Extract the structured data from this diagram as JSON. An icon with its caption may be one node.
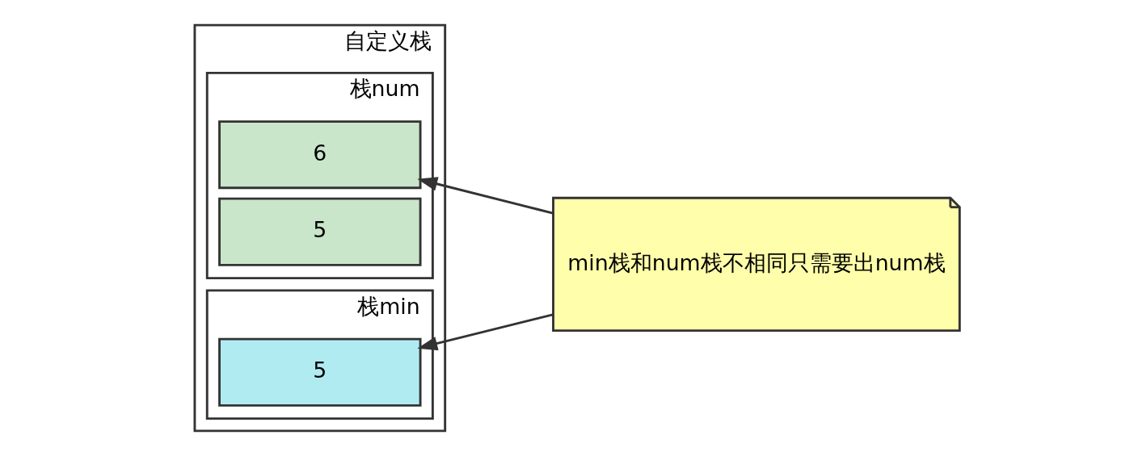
{
  "diagram": {
    "nodes": [
      {
        "text": [
          "自定义栈"
        ]
      },
      {
        "text": [
          "栈num"
        ],
        "in": 0
      },
      {
        "text": [
          "6"
        ],
        "in": 1
      },
      {
        "text": [
          "5"
        ],
        "in": 1
      },
      {
        "text": [
          "栈min"
        ],
        "in": 0
      },
      {
        "text": [
          "5"
        ],
        "in": 4
      },
      {
        "text": [
          "min栈和num栈不相同只需要出num栈"
        ]
      }
    ],
    "edges": [
      {
        "from": 6,
        "to": 2,
        "arrow": "to"
      },
      {
        "from": 6,
        "to": 5,
        "arrow": "to"
      }
    ]
  }
}
